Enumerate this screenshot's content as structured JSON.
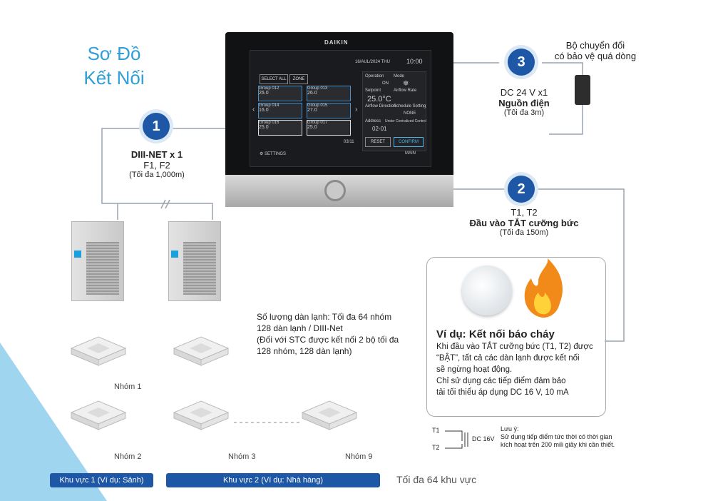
{
  "title_line1": "Sơ Đồ",
  "title_line2": "Kết Nối",
  "controller": {
    "brand": "DAIKIN",
    "date": "16/AUL/2024 THU",
    "time": "10:00",
    "select_all": "SELECT ALL",
    "zone": "ZONE",
    "settings": "SETTINGS",
    "page": "03/11",
    "groups": [
      {
        "name": "Group 012",
        "temp": "26.0"
      },
      {
        "name": "Group 013",
        "temp": "26.0"
      },
      {
        "name": "Group 014",
        "temp": "16.0"
      },
      {
        "name": "Group 015",
        "temp": "27.0"
      },
      {
        "name": "Group 016",
        "temp": "25.0"
      },
      {
        "name": "Group 017",
        "temp": "25.0"
      }
    ],
    "panel": {
      "operation": "Operation",
      "mode": "Mode",
      "on": "ON",
      "setpoint_label": "Setpoint",
      "airflow_rate": "Airflow Rate",
      "setpoint": "25.0°C",
      "airflow_direction": "Airflow Direction",
      "schedule": "Schedule Setting",
      "none": "NONE",
      "address": "Address",
      "central": "Under Centralized Control",
      "address_value": "02-01",
      "reset": "RESET",
      "confirm": "CONFIRM",
      "main": "MAIN"
    }
  },
  "conn1": {
    "num": "1",
    "name": "DIII-NET x 1",
    "pins": "F1, F2",
    "max": "(Tối đa 1,000m)"
  },
  "conn2": {
    "num": "2",
    "pins": "T1, T2",
    "name": "Đầu vào TẮT cưỡng bức",
    "max": "(Tối đa 150m)"
  },
  "conn3": {
    "num": "3",
    "converter_l1": "Bộ chuyển đổi",
    "converter_l2": "có bảo vệ quá dòng",
    "dc": "DC 24 V x1",
    "power": "Nguồn điện",
    "max": "(Tối đa 3m)"
  },
  "indoor_note": [
    "Số lượng dàn lạnh: Tối đa 64 nhóm",
    "128 dàn lạnh / DIII-Net",
    "(Đối với STC được kết nối 2 bộ tối đa",
    "128 nhóm, 128 dàn lạnh)"
  ],
  "example": {
    "title": "Ví dụ: Kết nối báo cháy",
    "lines": [
      "Khi đầu vào TẮT cưỡng bức (T1, T2) được",
      "“BẬT”, tất cả các dàn lạnh được kết nối",
      "sẽ ngừng hoạt động.",
      "Chỉ sử dụng các tiếp điểm đảm bảo",
      "tải tối thiểu áp dụng DC 16 V, 10 mA"
    ]
  },
  "circuit": {
    "t1": "T1",
    "t2": "T2",
    "dc": "DC 16V"
  },
  "caution": {
    "title": "Lưu ý:",
    "line1": "Sử dụng tiếp điểm tức thời có thời gian",
    "line2": "kích hoạt trên 200 mili giây khi cần thiết."
  },
  "groups": {
    "g1": "Nhóm 1",
    "g2": "Nhóm 2",
    "g3": "Nhóm 3",
    "g9": "Nhóm 9"
  },
  "zones": {
    "zone1": "Khu vực 1 (Ví dụ: Sảnh)",
    "zone2": "Khu vực 2 (Ví dụ: Nhà hàng)",
    "max": "Tối đa 64 khu vực"
  },
  "colors": {
    "accent": "#1d57a5",
    "title": "#2f9fd6",
    "wire": "#9aa3ad",
    "triangle": "#9fd5ef"
  }
}
